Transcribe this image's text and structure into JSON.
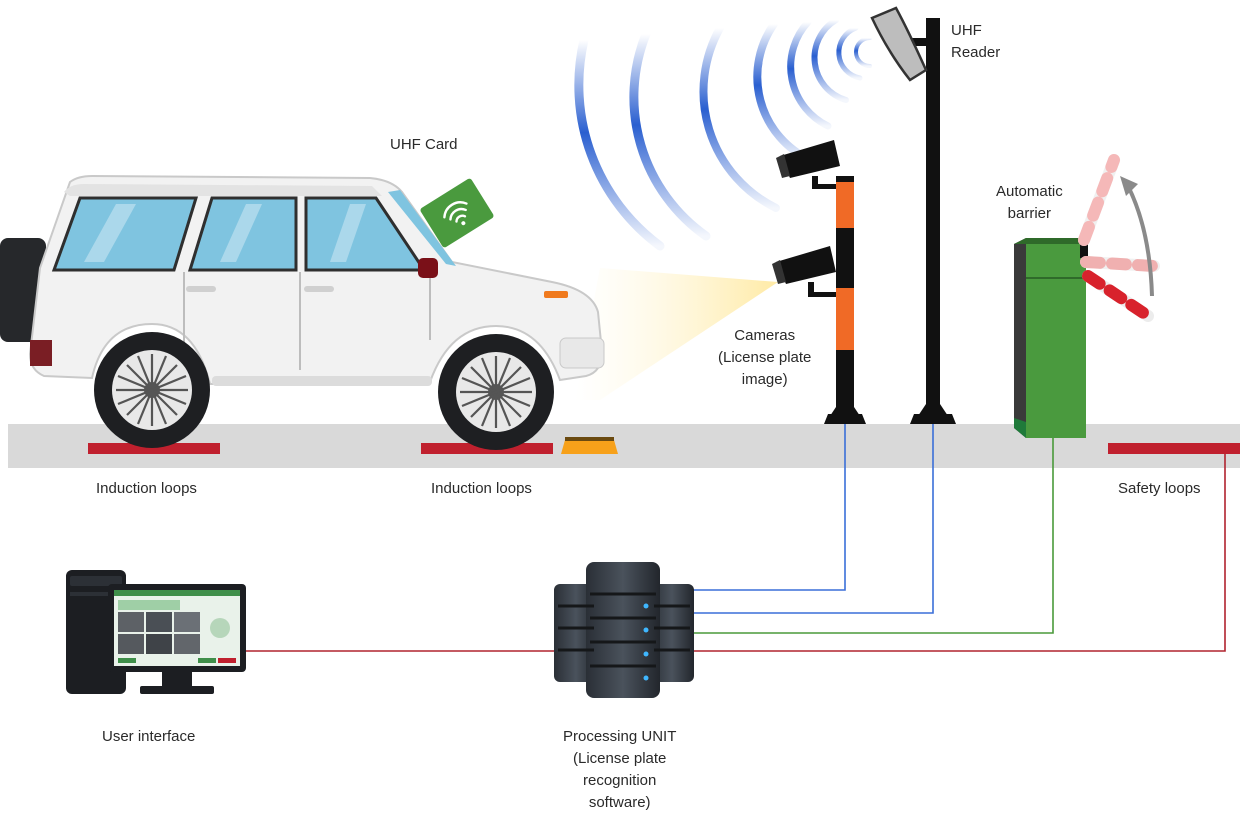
{
  "labels": {
    "uhf_card": "UHF Card",
    "uhf_reader": [
      "UHF",
      "Reader"
    ],
    "automatic_barrier": [
      "Automatic",
      "barrier"
    ],
    "cameras": [
      "Cameras",
      "(License plate",
      "image)"
    ],
    "induction_loops_1": "Induction loops",
    "induction_loops_2": "Induction loops",
    "safety_loops": "Safety loops",
    "user_interface": "User interface",
    "processing_unit": [
      "Processing UNIT",
      "(License plate",
      "recognition",
      "software)"
    ]
  },
  "colors": {
    "road": "#d9d9d9",
    "loop": "#c0202e",
    "camera_link": "#3a6fd8",
    "barrier_link": "#4a9a3a",
    "control_link": "#b0232f",
    "barrier_body": "#4a9a3e",
    "card": "#4a9a3e",
    "pole_orange": "#f06a26",
    "wave_blue": "#2a5fd0"
  },
  "icons": [
    "uhf-card-icon",
    "camera-icon",
    "uhf-reader-icon",
    "barrier-arm-icon",
    "server-icon",
    "monitor-icon",
    "pc-tower-icon",
    "car-icon"
  ]
}
